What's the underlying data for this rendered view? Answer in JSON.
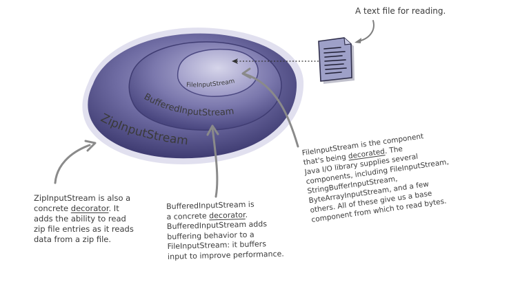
{
  "layers": {
    "outer_label": "ZipInputStream",
    "middle_label": "BufferedInputStream",
    "inner_label": "FileInputStream"
  },
  "file_caption": "A text file for reading.",
  "notes": {
    "zip": {
      "l1": "ZipInputStream is also a",
      "l2a": "concrete ",
      "l2u": "decorator",
      "l2b": ". It",
      "l3": "adds the ability to read",
      "l4": "zip file entries as it reads",
      "l5": "data from a zip file."
    },
    "buffered": {
      "l1": "BufferedInputStream is",
      "l2a": "a concrete ",
      "l2u": "decorator",
      "l2b": ".",
      "l3": "BufferedInputStream adds",
      "l4": "buffering behavior to a",
      "l5": "FileInputStream: it buffers",
      "l6": "input to improve performance."
    },
    "file": {
      "l1": "FileInputStream is the component",
      "l2a": "that's being ",
      "l2u": "decorated",
      "l2b": ". The",
      "l3": "Java I/O library supplies several",
      "l4": "components, including FileInputStream,",
      "l5": "StringBufferInputStream,",
      "l6": "ByteArrayInputStream, and a few",
      "l7": "others. All of these give us a base",
      "l8": "component from which to read bytes."
    }
  },
  "colors": {
    "ring": "#5b5890",
    "ring_dark": "#3f3c72",
    "inner": "#b3b1d4",
    "text": "#3a3a3a",
    "arrow": "#7f7f7f"
  }
}
